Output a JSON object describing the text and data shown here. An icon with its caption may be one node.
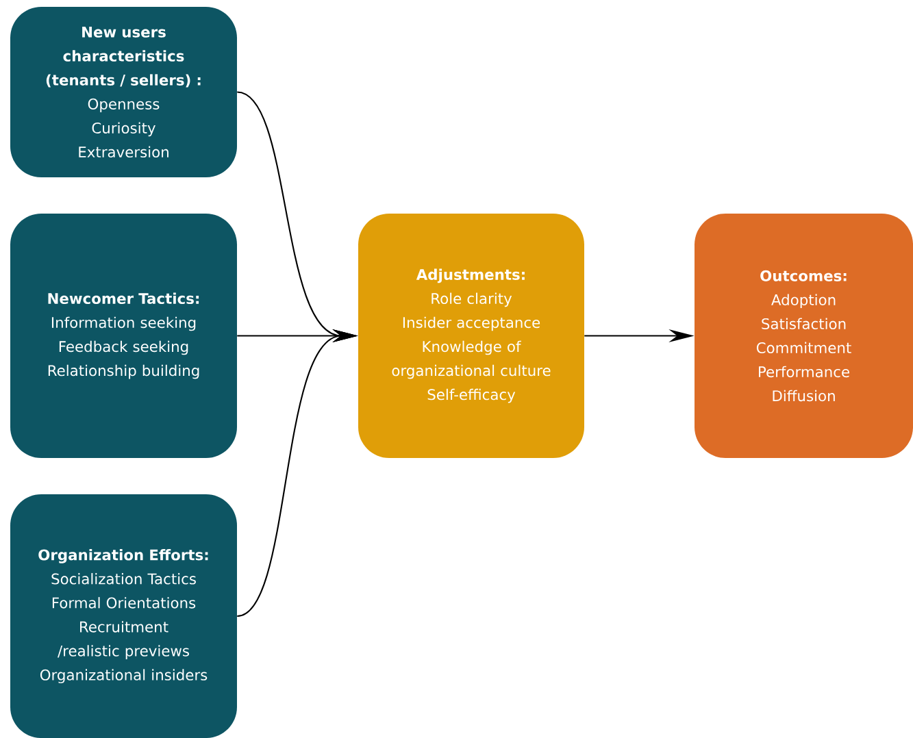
{
  "diagram": {
    "nodes": [
      {
        "text": [
          "New users characteristics (tenants / sellers) :",
          "Openness",
          "Curiosity",
          "Extraversion"
        ]
      },
      {
        "text": [
          "Newcomer Tactics:",
          "Information seeking",
          "Feedback seeking",
          "Relationship building"
        ]
      },
      {
        "text": [
          "Organization Efforts:",
          "Socialization Tactics",
          "Formal Orientations",
          "Recruitment /realistic previews",
          "Organizational insiders"
        ]
      },
      {
        "text": [
          "Adjustments:",
          "Role clarity",
          "Insider acceptance",
          "Knowledge of organizational culture",
          "Self-efficacy"
        ]
      },
      {
        "text": [
          "Outcomes:",
          "Adoption",
          "Satisfaction",
          "Commitment",
          "Performance",
          "Diffusion"
        ]
      }
    ],
    "edges": [
      {
        "from": 0,
        "to": 3,
        "arrow": "to"
      },
      {
        "from": 1,
        "to": 3,
        "arrow": "to"
      },
      {
        "from": 2,
        "to": 3,
        "arrow": "to"
      },
      {
        "from": 3,
        "to": 4,
        "arrow": "to"
      }
    ]
  }
}
